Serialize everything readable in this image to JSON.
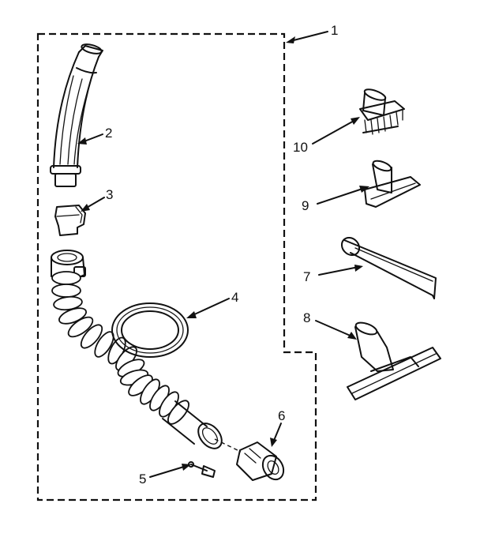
{
  "diagram": {
    "callouts": [
      {
        "id": "1",
        "label": "1"
      },
      {
        "id": "2",
        "label": "2"
      },
      {
        "id": "3",
        "label": "3"
      },
      {
        "id": "4",
        "label": "4"
      },
      {
        "id": "5",
        "label": "5"
      },
      {
        "id": "6",
        "label": "6"
      },
      {
        "id": "7",
        "label": "7"
      },
      {
        "id": "8",
        "label": "8"
      },
      {
        "id": "9",
        "label": "9"
      },
      {
        "id": "10",
        "label": "10"
      }
    ]
  },
  "colors": {
    "ink": "#111111",
    "paper": "#ffffff"
  }
}
